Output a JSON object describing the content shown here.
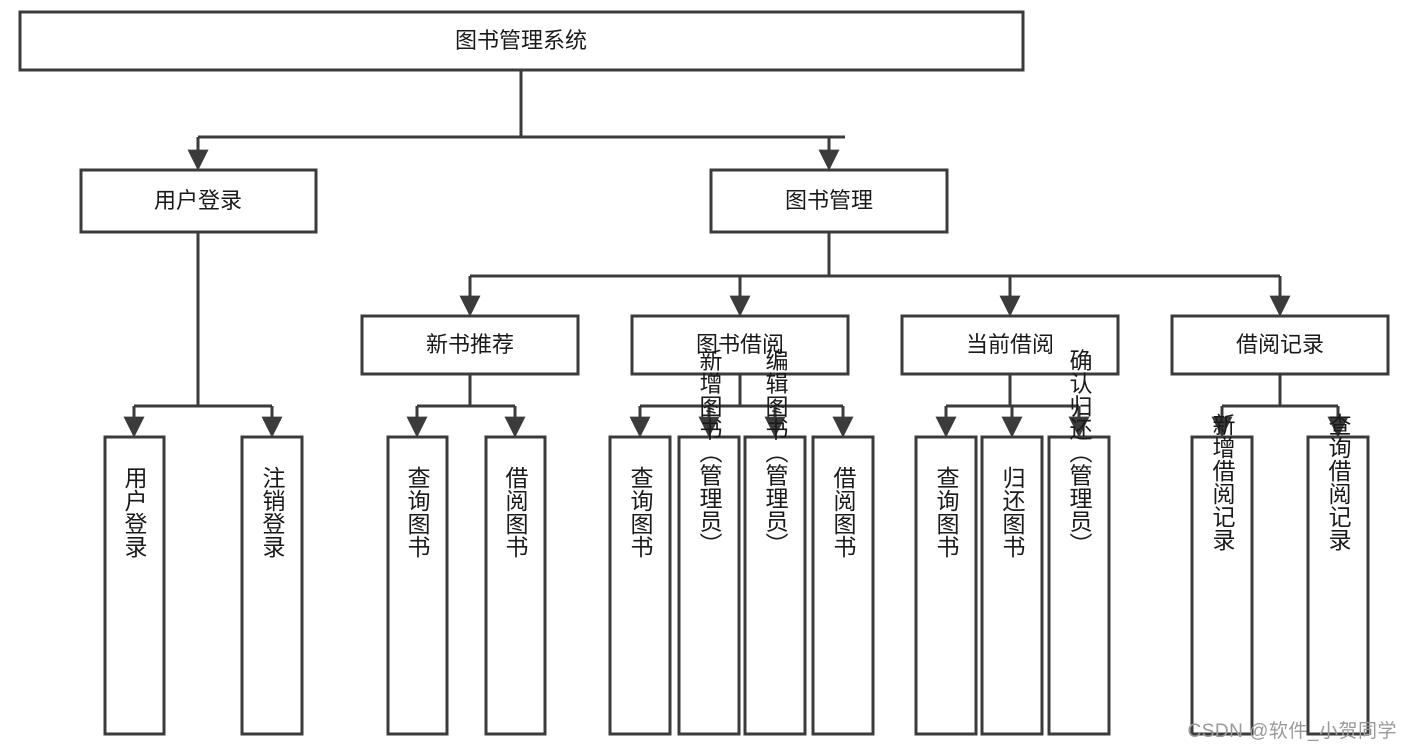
{
  "diagram": {
    "type": "tree",
    "title": "图书管理系统",
    "orientation": "top-down",
    "watermark": "CSDN @软件_小贺同学",
    "colors": {
      "box_fill": "#ffffff",
      "box_stroke": "#3b3b3b",
      "edge": "#3b3b3b",
      "text": "#1a1a1a",
      "watermark": "#9a9a9a"
    },
    "root": {
      "label": "图书管理系统"
    },
    "level2": [
      {
        "label": "用户登录"
      },
      {
        "label": "图书管理"
      }
    ],
    "level3": [
      {
        "label": "新书推荐"
      },
      {
        "label": "图书借阅"
      },
      {
        "label": "当前借阅"
      },
      {
        "label": "借阅记录"
      }
    ],
    "leaves": {
      "user_login": [
        {
          "label": "用户登录"
        },
        {
          "label": "注销登录"
        }
      ],
      "new_book": [
        {
          "label": "查询图书"
        },
        {
          "label": "借阅图书"
        }
      ],
      "book_borrow": [
        {
          "label": "查询图书"
        },
        {
          "label": "新增图书（管理员）"
        },
        {
          "label": "编辑图书（管理员）"
        },
        {
          "label": "借阅图书"
        }
      ],
      "current_borrow": [
        {
          "label": "查询图书"
        },
        {
          "label": "归还图书"
        },
        {
          "label": "确认归还（管理员）"
        }
      ],
      "borrow_record": [
        {
          "label": "新增借阅记录"
        },
        {
          "label": "查询借阅记录"
        }
      ]
    }
  }
}
